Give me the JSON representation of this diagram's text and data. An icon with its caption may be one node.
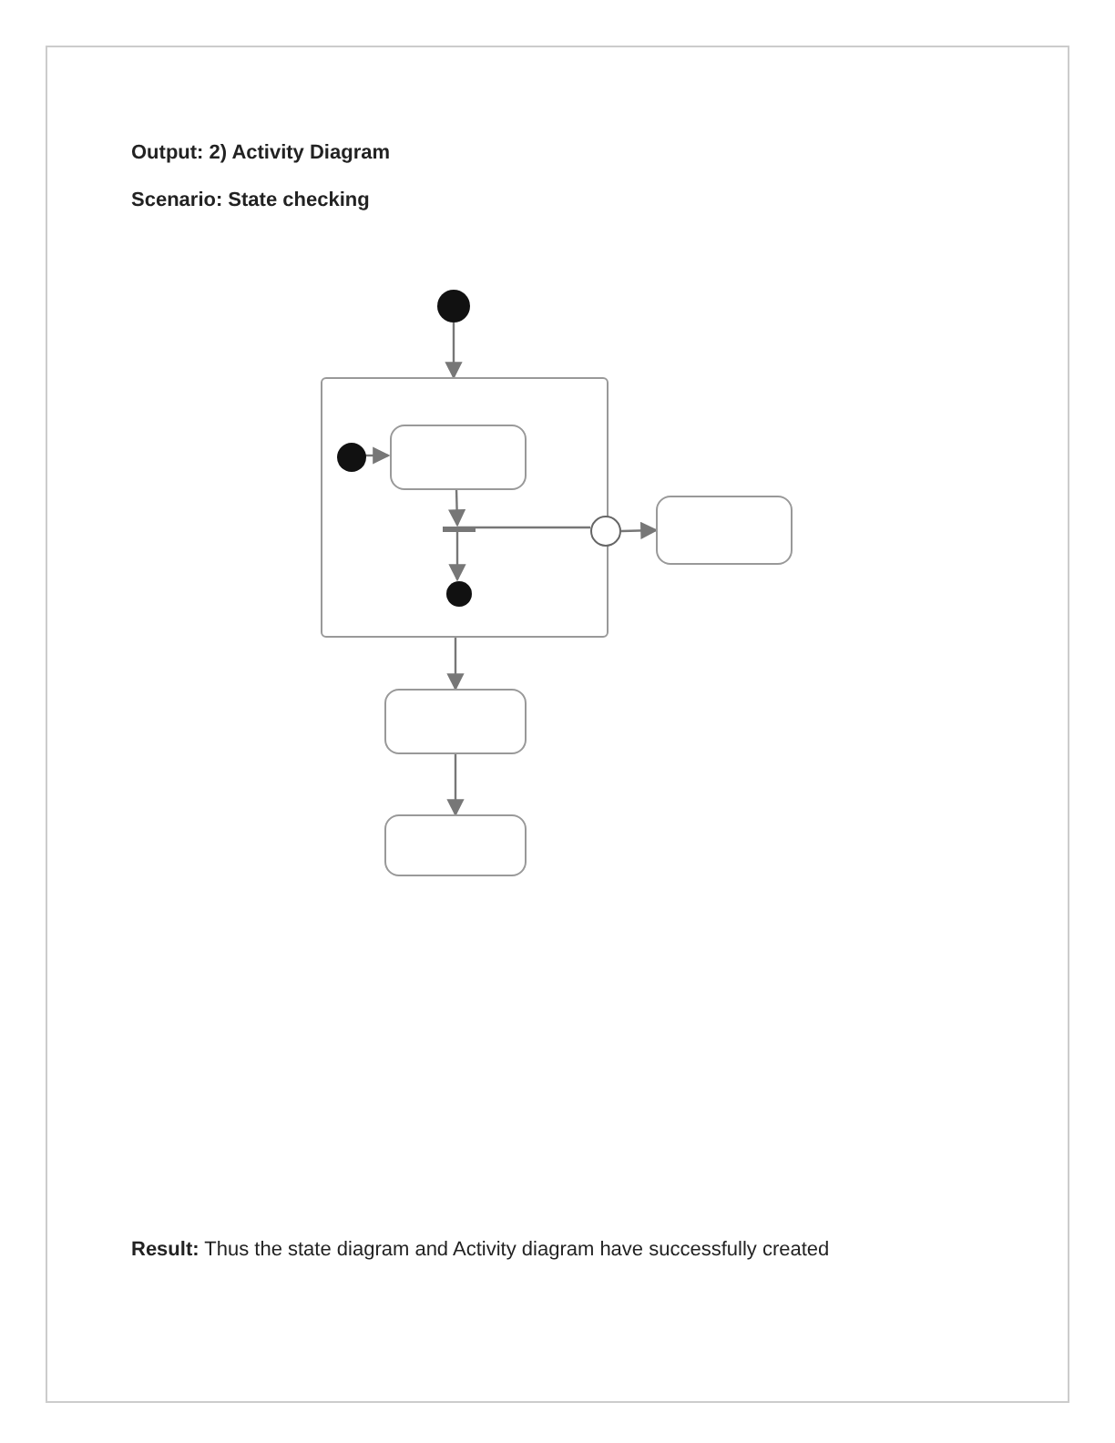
{
  "diagram": {
    "title": "Output: 2) Activity Diagram",
    "labels": [
      "Scenario: State checking"
    ],
    "caption": "**Result:** Thus the state diagram and Activity diagram have successfully created",
    "nodes": [
      {
        "text": [],
        "shape": "circle"
      },
      {
        "text": [],
        "shape": "box"
      },
      {
        "text": [],
        "shape": "circle",
        "in": 1
      },
      {
        "text": [],
        "shape": "box",
        "in": 1
      },
      {
        "text": [],
        "shape": "bar",
        "in": 1
      },
      {
        "text": [],
        "shape": "circle",
        "in": 1
      },
      {
        "text": [],
        "shape": "circle"
      },
      {
        "text": [],
        "shape": "box"
      },
      {
        "text": [],
        "shape": "box"
      },
      {
        "text": [],
        "shape": "box"
      }
    ],
    "edges": [
      {
        "from": 0,
        "to": 1,
        "arrow": "to"
      },
      {
        "from": 2,
        "to": 3,
        "arrow": "to"
      },
      {
        "from": 3,
        "to": 4,
        "arrow": "to"
      },
      {
        "from": 4,
        "to": 5,
        "arrow": "to"
      },
      {
        "from": 4,
        "to": 6,
        "arrow": "none"
      },
      {
        "from": 6,
        "to": 7,
        "arrow": "to"
      },
      {
        "from": 1,
        "to": 8,
        "arrow": "to"
      },
      {
        "from": 8,
        "to": 9,
        "arrow": "to"
      }
    ]
  }
}
